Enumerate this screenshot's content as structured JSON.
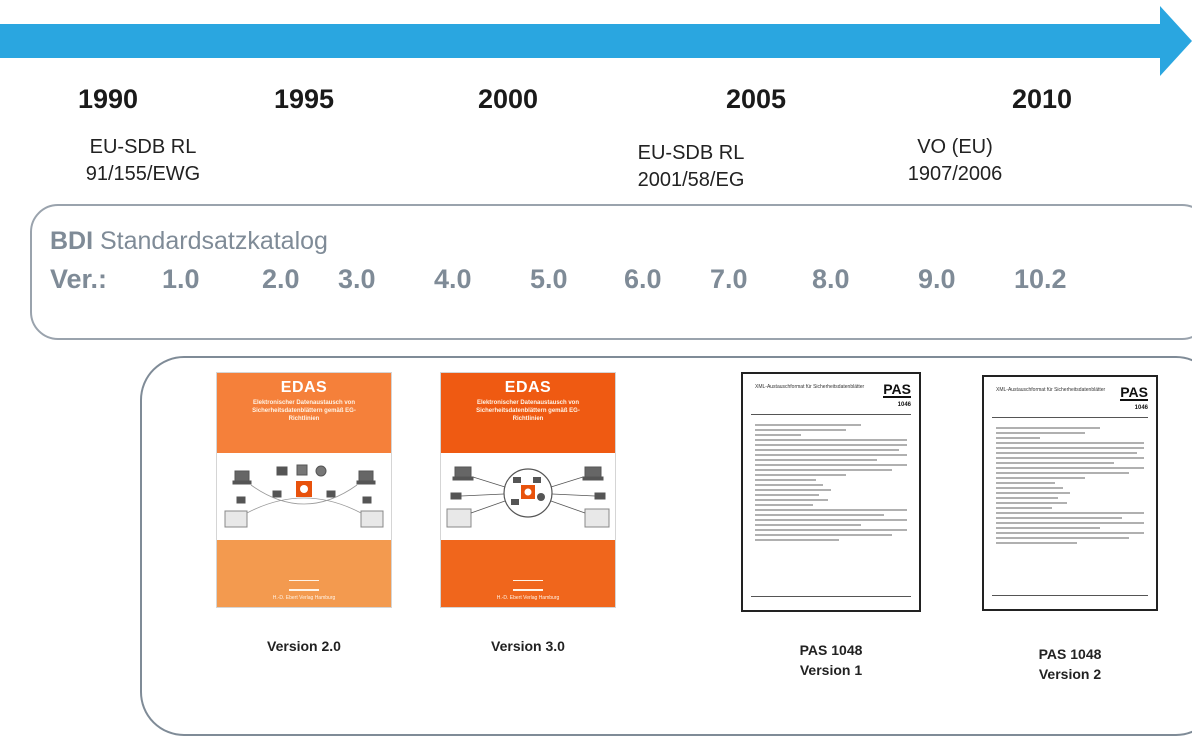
{
  "timeline": {
    "years": [
      "1990",
      "1995",
      "2000",
      "2005",
      "2010"
    ],
    "regulations": [
      {
        "line1": "EU-SDB RL",
        "line2": "91/155/EWG"
      },
      {
        "line1": "EU-SDB RL",
        "line2": "2001/58/EG"
      },
      {
        "line1": "VO (EU)",
        "line2": "1907/2006"
      }
    ],
    "arrow_color": "#2aa6e0"
  },
  "catalog": {
    "title_bold": "BDI",
    "title_rest": " Standardsatzkatalog",
    "ver_label": "Ver.:",
    "versions": [
      "1.0",
      "2.0",
      "3.0",
      "4.0",
      "5.0",
      "6.0",
      "7.0",
      "8.0",
      "9.0",
      "10.2"
    ],
    "text_color": "#7f8b97"
  },
  "documents": [
    {
      "type": "cover",
      "title": "EDAS",
      "subtitle": "Elektronischer Datenaustausch von Sicherheitsdatenblättern gemäß EG-Richtlinien",
      "publisher": "H.-D. Ebert Verlag Hamburg",
      "caption_line1": "Version 2.0",
      "caption_line2": ""
    },
    {
      "type": "cover",
      "title": "EDAS",
      "subtitle": "Elektronischer Datenaustausch von Sicherheitsdatenblättern gemäß EG-Richtlinien",
      "publisher": "H.-D. Ebert Verlag Hamburg",
      "caption_line1": "Version 3.0",
      "caption_line2": ""
    },
    {
      "type": "pas",
      "logo": "PAS",
      "number": "1046",
      "heading": "XML-Austauschformat für Sicherheitsdatenblätter",
      "caption_line1": "PAS 1048",
      "caption_line2": "Version 1"
    },
    {
      "type": "pas",
      "logo": "PAS",
      "number": "1046",
      "heading": "XML-Austauschformat für Sicherheitsdatenblätter",
      "caption_line1": "PAS 1048",
      "caption_line2": "Version 2"
    }
  ],
  "colors": {
    "cover2_top": "#f5803a",
    "cover2_bottom": "#f39a4f",
    "cover3_top": "#ef5a12",
    "cover3_bottom": "#f0661c",
    "box_border": "#9aa3ad"
  }
}
